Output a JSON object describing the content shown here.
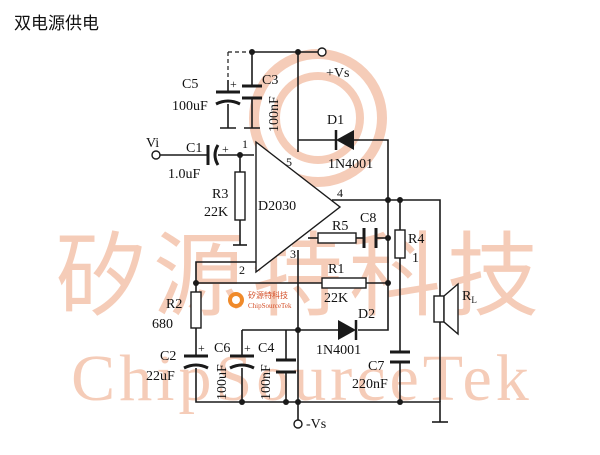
{
  "title": "双电源供电",
  "watermark": {
    "cn": "矽源特科技",
    "en": "ChipSourceTek",
    "logo_cn": "矽源特科技",
    "logo_en": "ChipSourceTek"
  },
  "colors": {
    "watermark": "#f4c7b1",
    "logo_orange": "#f08a2a",
    "line": "#1a1a1a"
  },
  "labels": {
    "vplus": "+Vs",
    "vminus": "-Vs",
    "vi": "Vi",
    "chip": "D2030",
    "c5": "C5",
    "c5_val": "100uF",
    "c3": "C3",
    "c3_val": "100nF",
    "d1": "D1",
    "d1_val": "1N4001",
    "c1": "C1",
    "c1_val": "1.0uF",
    "r3": "R3",
    "r3_val": "22K",
    "r5": "R5",
    "c8": "C8",
    "r4": "R4",
    "r4_val": "1",
    "r1": "R1",
    "r1_val": "22K",
    "r2": "R2",
    "r2_val": "680",
    "d2": "D2",
    "d2_val": "1N4001",
    "c2": "C2",
    "c2_val": "22uF",
    "c6": "C6",
    "c6_val": "100uF",
    "c4": "C4",
    "c4_val": "100nF",
    "c7": "C7",
    "c7_val": "220nF",
    "rl": "R",
    "rl_sub": "L",
    "pin1": "1",
    "pin2": "2",
    "pin3": "3",
    "pin4": "4",
    "pin5": "5",
    "plus": "+"
  }
}
